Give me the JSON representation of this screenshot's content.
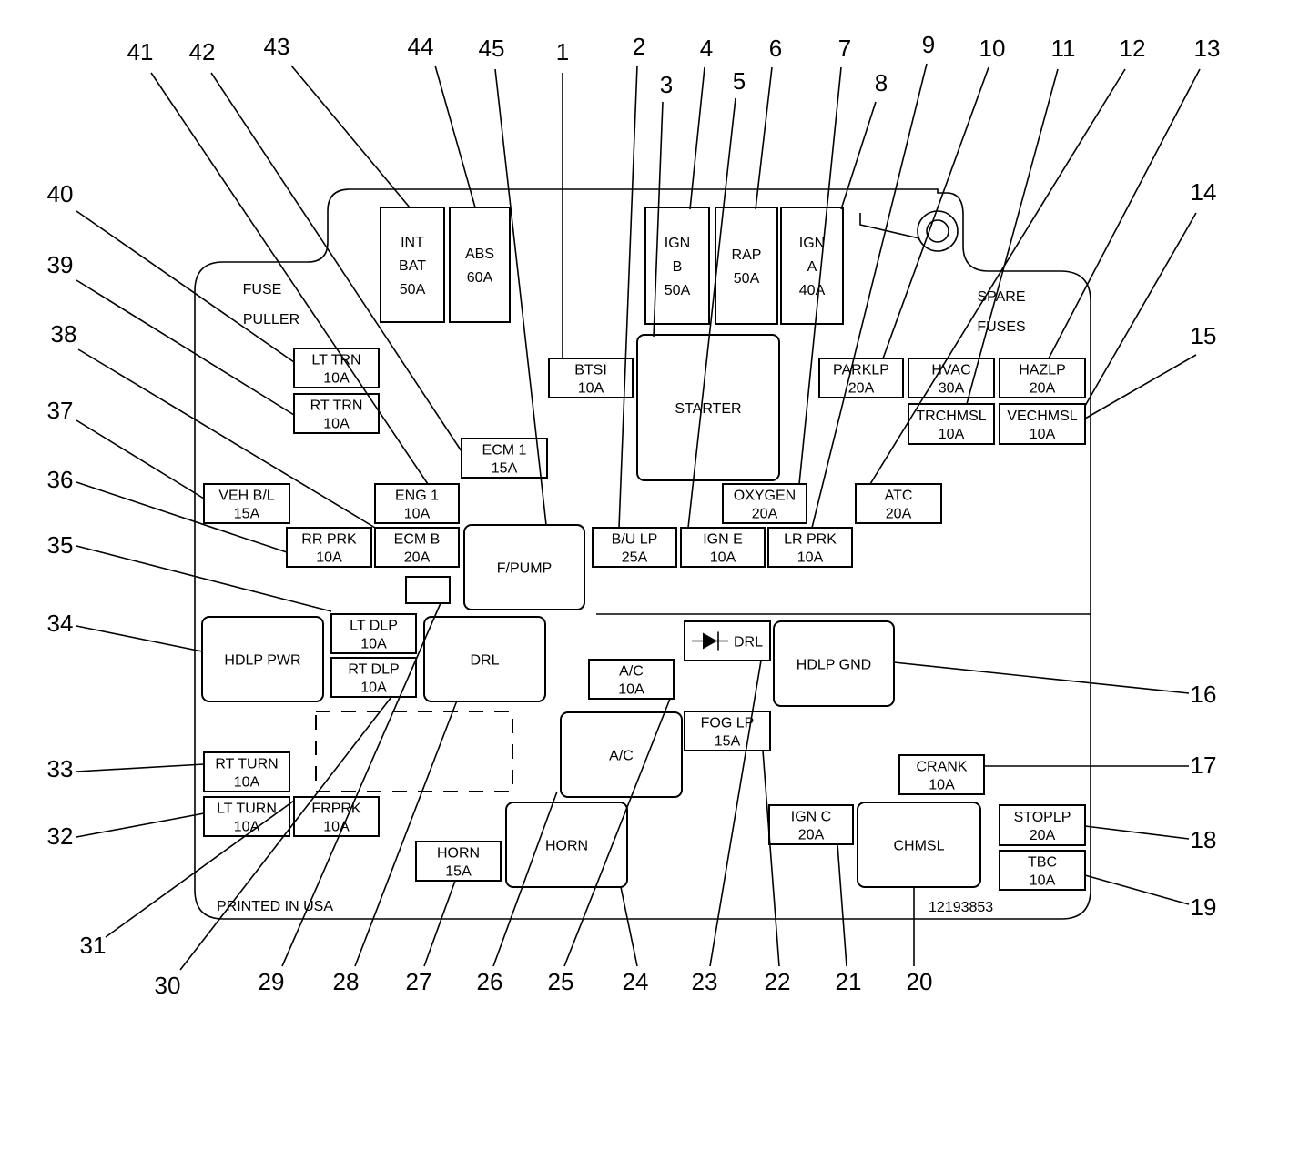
{
  "panel": {
    "fuse_puller": [
      "FUSE",
      "PULLER"
    ],
    "spare_fuses": [
      "SPARE",
      "FUSES"
    ],
    "printed": "PRINTED IN USA",
    "part_number": "12193853"
  },
  "components": {
    "int_bat": [
      "INT",
      "BAT",
      "50A"
    ],
    "abs": [
      "ABS",
      "60A"
    ],
    "ign_b": [
      "IGN",
      "B",
      "50A"
    ],
    "rap": [
      "RAP",
      "50A"
    ],
    "ign_a": [
      "IGN",
      "A",
      "40A"
    ],
    "lt_trn": [
      "LT TRN",
      "10A"
    ],
    "rt_trn": [
      "RT TRN",
      "10A"
    ],
    "btsi": [
      "BTSI",
      "10A"
    ],
    "starter": [
      "STARTER"
    ],
    "parklp": [
      "PARKLP",
      "20A"
    ],
    "hvac": [
      "HVAC",
      "30A"
    ],
    "hazlp": [
      "HAZLP",
      "20A"
    ],
    "trchmsl": [
      "TRCHMSL",
      "10A"
    ],
    "vechmsl": [
      "VECHMSL",
      "10A"
    ],
    "ecm1": [
      "ECM 1",
      "15A"
    ],
    "veh_bl": [
      "VEH B/L",
      "15A"
    ],
    "eng1": [
      "ENG 1",
      "10A"
    ],
    "oxygen": [
      "OXYGEN",
      "20A"
    ],
    "atc": [
      "ATC",
      "20A"
    ],
    "rr_prk": [
      "RR PRK",
      "10A"
    ],
    "ecm_b": [
      "ECM B",
      "20A"
    ],
    "fpump": [
      "F/PUMP"
    ],
    "bu_lp": [
      "B/U LP",
      "25A"
    ],
    "ign_e": [
      "IGN E",
      "10A"
    ],
    "lr_prk": [
      "LR PRK",
      "10A"
    ],
    "hdlp_pwr": [
      "HDLP PWR"
    ],
    "lt_dlp": [
      "LT DLP",
      "10A"
    ],
    "rt_dlp": [
      "RT DLP",
      "10A"
    ],
    "drl_relay": [
      "DRL"
    ],
    "ac_fuse": [
      "A/C",
      "10A"
    ],
    "drl_diode": [
      "DRL"
    ],
    "hdlp_gnd": [
      "HDLP GND"
    ],
    "fog_lp": [
      "FOG LP",
      "15A"
    ],
    "ac_relay": [
      "A/C"
    ],
    "crank": [
      "CRANK",
      "10A"
    ],
    "rt_turn": [
      "RT TURN",
      "10A"
    ],
    "lt_turn": [
      "LT TURN",
      "10A"
    ],
    "frprk": [
      "FRPRK",
      "10A"
    ],
    "horn_relay": [
      "HORN"
    ],
    "ign_c": [
      "IGN C",
      "20A"
    ],
    "chmsl": [
      "CHMSL"
    ],
    "stoplp": [
      "STOPLP",
      "20A"
    ],
    "tbc": [
      "TBC",
      "10A"
    ],
    "horn_fuse": [
      "HORN",
      "15A"
    ]
  },
  "callouts": [
    "1",
    "2",
    "3",
    "4",
    "5",
    "6",
    "7",
    "8",
    "9",
    "10",
    "11",
    "12",
    "13",
    "14",
    "15",
    "16",
    "17",
    "18",
    "19",
    "20",
    "21",
    "22",
    "23",
    "24",
    "25",
    "26",
    "27",
    "28",
    "29",
    "30",
    "31",
    "32",
    "33",
    "34",
    "35",
    "36",
    "37",
    "38",
    "39",
    "40",
    "41",
    "42",
    "43",
    "44",
    "45"
  ]
}
